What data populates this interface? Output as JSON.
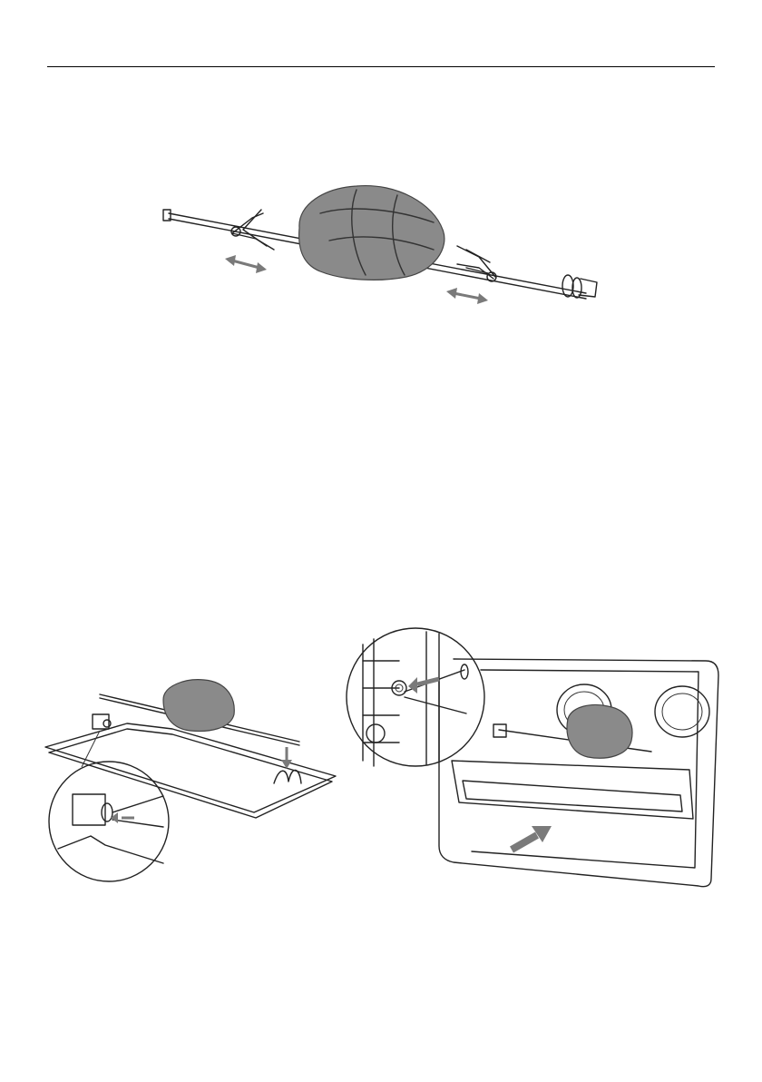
{
  "document": {
    "figures": [
      {
        "id": "spit-fork-assembly",
        "icon": "rotisserie-spit-with-meat-icon"
      },
      {
        "id": "spit-on-support-frame",
        "icon": "spit-frame-detail-icon"
      },
      {
        "id": "spit-inserted-in-oven",
        "icon": "oven-rotisserie-insert-icon"
      }
    ],
    "colors": {
      "meat": "#8a8a8a",
      "arrow": "#7a7a7a",
      "line": "#222222"
    }
  }
}
